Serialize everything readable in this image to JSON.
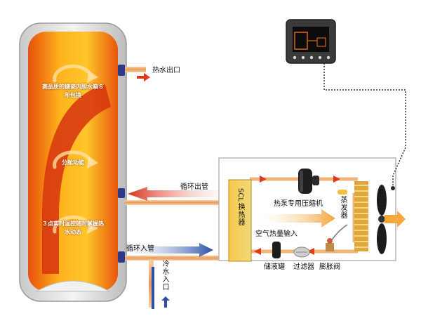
{
  "tank": {
    "label_top": "高品质的搪瓷内胆水箱８年包换",
    "label_mid": "分舱动能",
    "label_bottom": "３点实时温控随时掌握热水动态"
  },
  "pipes": {
    "hot_water_outlet": "热水出口",
    "circulation_out": "循环出管",
    "circulation_in": "循环入管",
    "cold_water_inlet": "冷水入口"
  },
  "unit": {
    "exchanger_prefix": "SCL",
    "exchanger_name": "换热器",
    "compressor": "热泵专用压缩机",
    "evaporator": "蒸发器",
    "air_heat_input": "空气热量输入",
    "receiver": "储液罐",
    "filter": "过滤器",
    "expansion_valve": "膨胀阀"
  },
  "colors": {
    "hot_arrow": "#e03a1e",
    "cold_arrow": "#2d4fa8",
    "pipe_orange": "#f0b37a",
    "tank_fill": "#f28a12"
  }
}
